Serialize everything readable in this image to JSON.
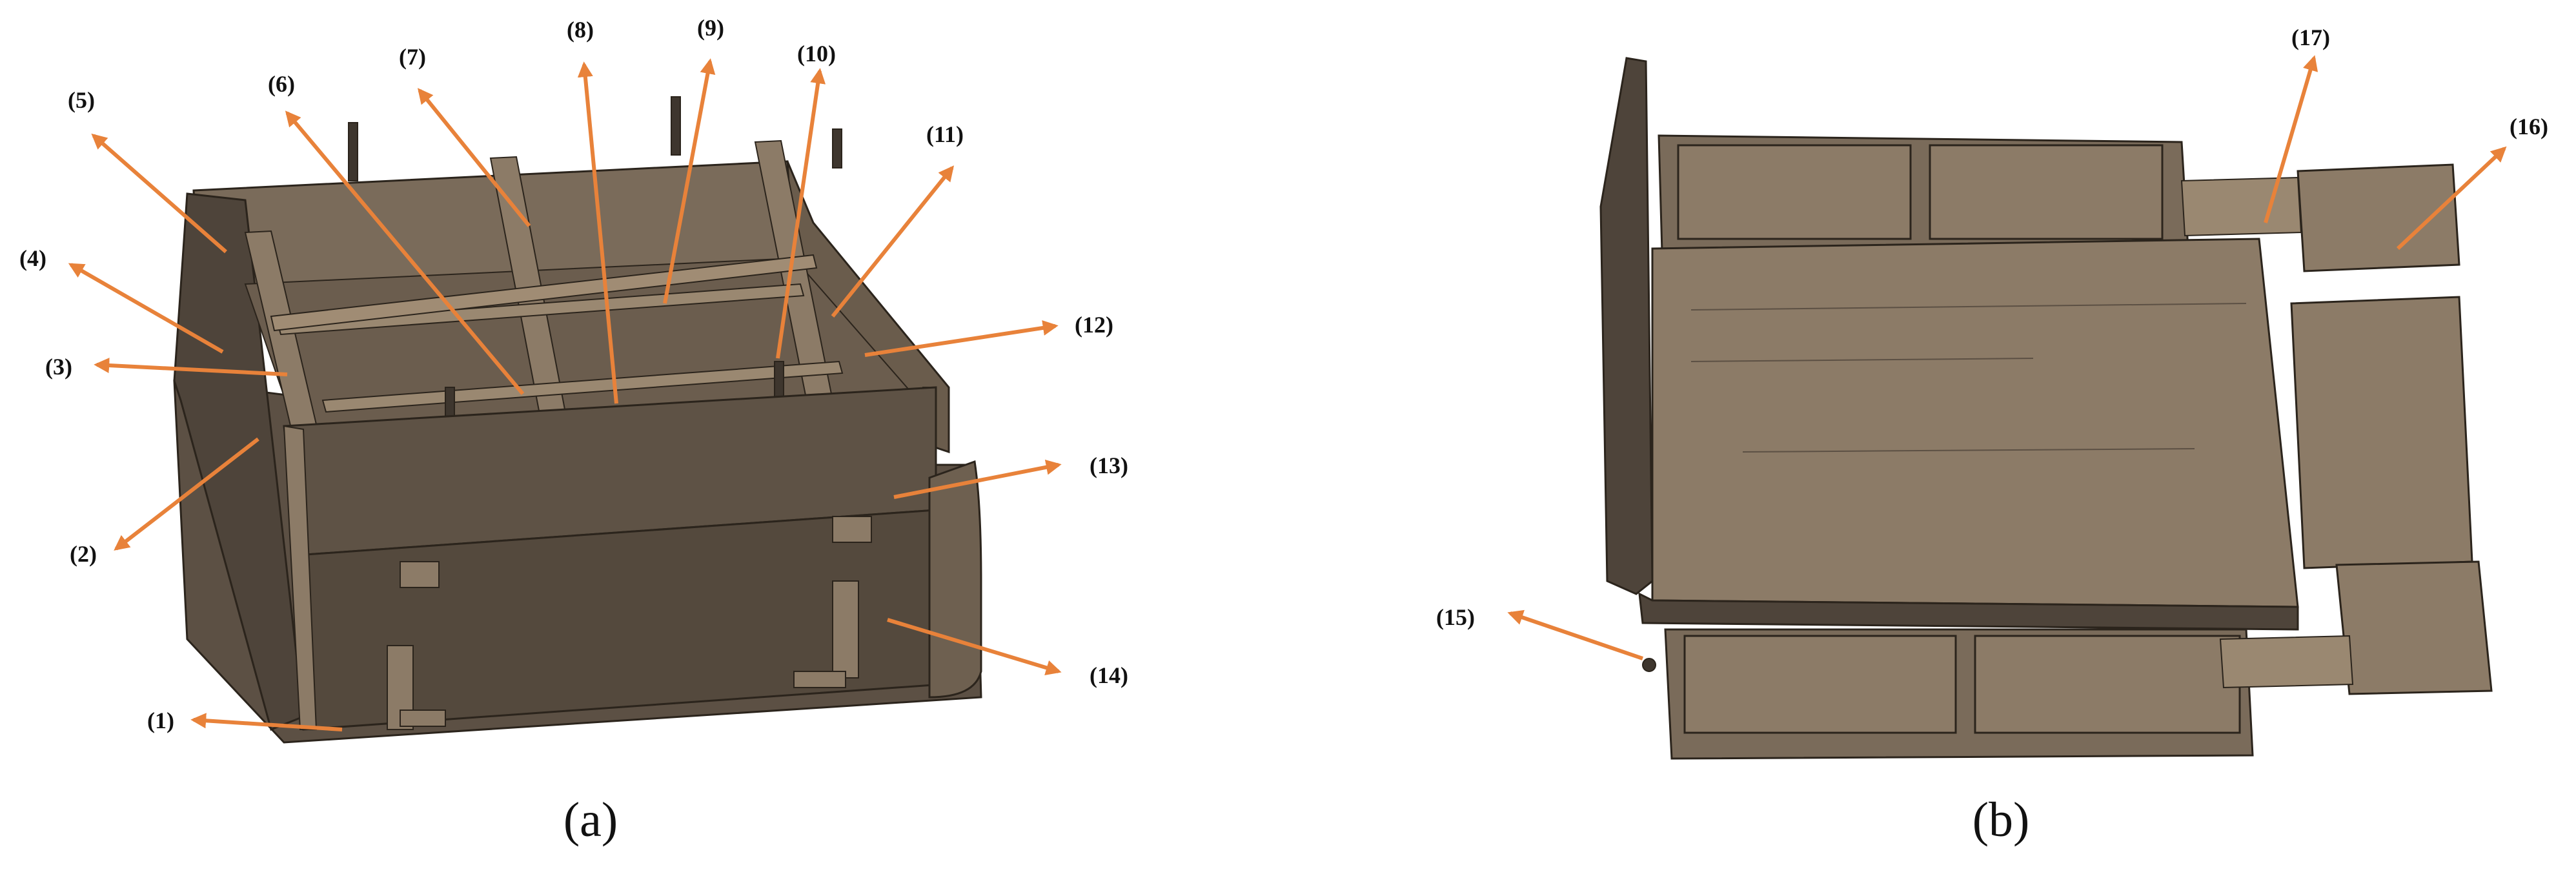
{
  "panels": [
    {
      "id": "a",
      "label": "(a)"
    },
    {
      "id": "b",
      "label": "(b)"
    }
  ],
  "parts": [
    {
      "id": 1,
      "label": "(1)"
    },
    {
      "id": 2,
      "label": "(2)"
    },
    {
      "id": 3,
      "label": "(3)"
    },
    {
      "id": 4,
      "label": "(4)"
    },
    {
      "id": 5,
      "label": "(5)"
    },
    {
      "id": 6,
      "label": "(6)"
    },
    {
      "id": 7,
      "label": "(7)"
    },
    {
      "id": 8,
      "label": "(8)"
    },
    {
      "id": 9,
      "label": "(9)"
    },
    {
      "id": 10,
      "label": "(10)"
    },
    {
      "id": 11,
      "label": "(11)"
    },
    {
      "id": 12,
      "label": "(12)"
    },
    {
      "id": 13,
      "label": "(13)"
    },
    {
      "id": 14,
      "label": "(14)"
    },
    {
      "id": 15,
      "label": "(15)"
    },
    {
      "id": 16,
      "label": "(16)"
    },
    {
      "id": 17,
      "label": "(17)"
    }
  ],
  "colors": {
    "arrow": "#E8823A",
    "wood_light": "#8C7B67",
    "wood_mid": "#6E6050",
    "wood_dark": "#4A4035",
    "edge": "#2B241C",
    "text": "#111111"
  }
}
